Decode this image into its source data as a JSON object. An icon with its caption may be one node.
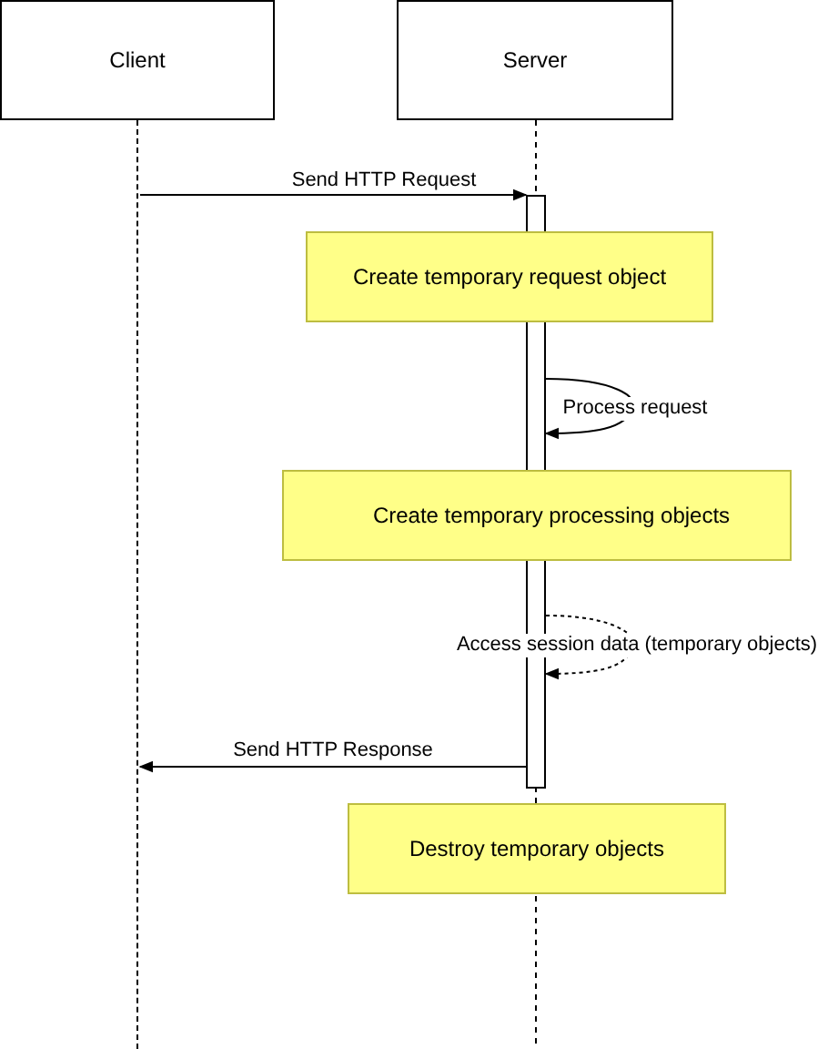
{
  "diagram": {
    "nodes": [
      {
        "text": [
          "Client"
        ]
      },
      {
        "text": [
          "Server"
        ]
      },
      {
        "text": [],
        "shape": "line"
      },
      {
        "text": [],
        "shape": "bar"
      },
      {
        "text": [
          "Create temporary request object"
        ]
      },
      {
        "text": [
          "Create temporary processing objects"
        ]
      },
      {
        "text": [
          "Destroy temporary objects"
        ]
      }
    ],
    "edges": [
      {
        "from": 2,
        "to": 3,
        "arrow": "to",
        "label": "Send HTTP Request"
      },
      {
        "from": 3,
        "to": 3,
        "arrow": "to",
        "label": "Process request"
      },
      {
        "from": 3,
        "to": 3,
        "arrow": "to",
        "label": "Access session data (temporary objects)",
        "style": "dashed"
      },
      {
        "from": 3,
        "to": 2,
        "arrow": "to",
        "label": "Send HTTP Response"
      }
    ]
  }
}
